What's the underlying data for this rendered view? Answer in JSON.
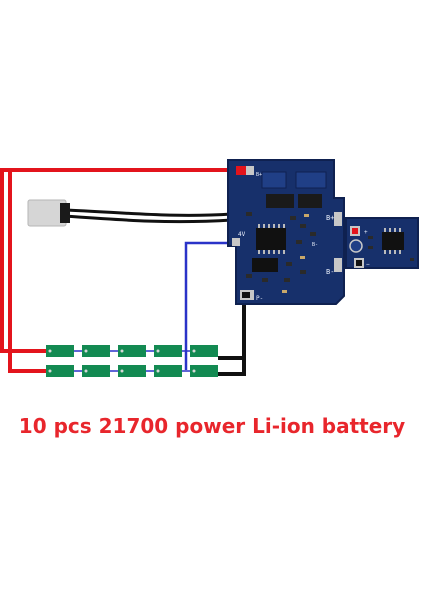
{
  "caption": {
    "text": "10 pcs 21700 power Li-ion battery",
    "color": "#e8262c"
  },
  "colors": {
    "wire_red": "#e3141c",
    "wire_black": "#111111",
    "wire_blue": "#2a33c8",
    "pcb_blue": "#17306b",
    "pcb_edge": "#0f2150",
    "cell_green": "#138a52",
    "pad_silver": "#c7c7c7",
    "thermistor": "#d6d6d6"
  },
  "board": {
    "labels": {
      "b_plus": "B+",
      "b_minus": "B-",
      "b_plus_top": "B+",
      "b_minus_bottom": "B-",
      "p_minus": "P-",
      "b_minus_side": "B-",
      "pin_4v": "4V"
    }
  },
  "small_board": {
    "labels": {
      "plus": "+",
      "minus": "−"
    }
  },
  "cells": {
    "count_top": 5,
    "count_bottom": 5
  }
}
